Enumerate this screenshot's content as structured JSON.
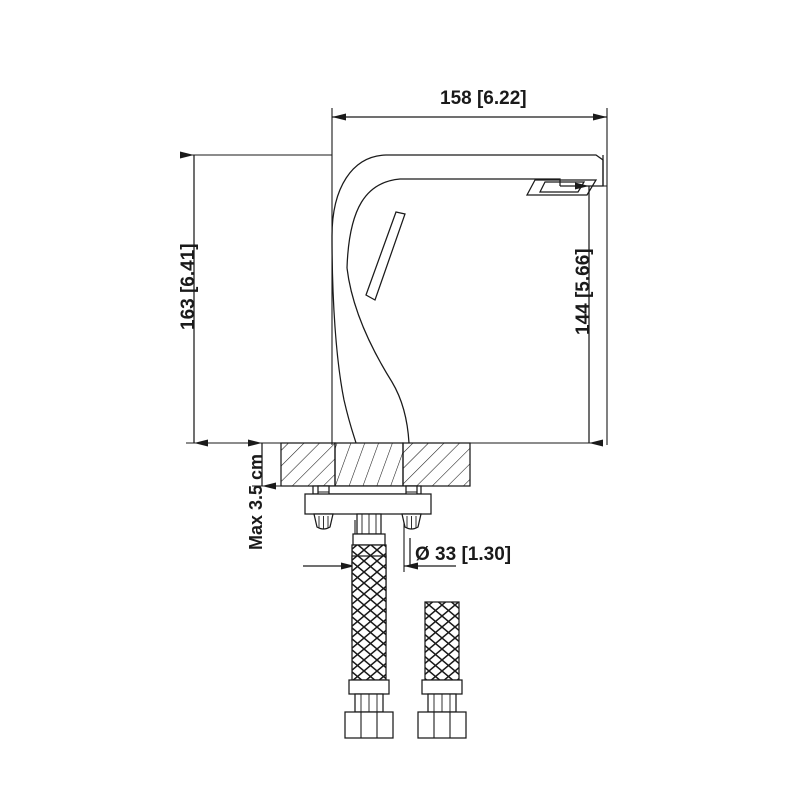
{
  "drawing": {
    "type": "technical-dimension-drawing",
    "subject": "single-hole basin mixer faucet with supply hoses",
    "units_note": "millimetres with inches in brackets",
    "line_color": "#1a1a1a",
    "background_color": "#ffffff"
  },
  "dimensions": {
    "overall_width": {
      "label": "158 [6.22]",
      "value_mm": 158,
      "value_in": 6.22,
      "orientation": "horizontal",
      "position": "top"
    },
    "overall_height": {
      "label": "163 [6.41]",
      "value_mm": 163,
      "value_in": 6.41,
      "orientation": "vertical",
      "position": "left"
    },
    "spout_height": {
      "label": "144 [5.66]",
      "value_mm": 144,
      "value_in": 5.66,
      "orientation": "vertical",
      "position": "right"
    },
    "max_deck_thickness": {
      "label": "Max 3.5 cm",
      "value_cm": 3.5,
      "orientation": "vertical-rotated",
      "position": "lower-left"
    },
    "shank_diameter": {
      "label": "Ø 33 [1.30]",
      "symbol": "Ø",
      "value_mm": 33,
      "value_in": 1.3,
      "orientation": "horizontal",
      "position": "lower-middle"
    }
  }
}
